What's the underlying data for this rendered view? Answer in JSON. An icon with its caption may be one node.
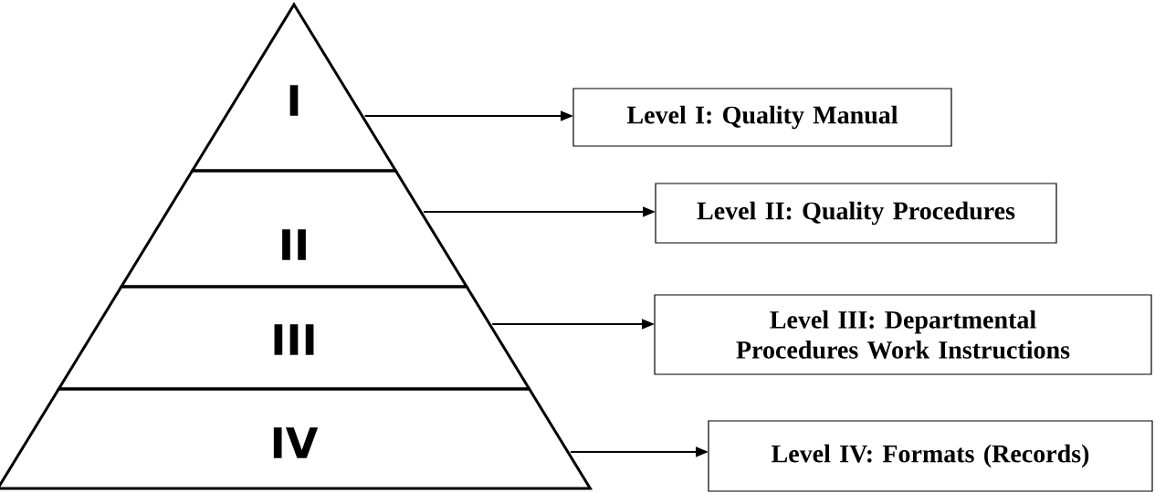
{
  "diagram": {
    "nodes": [
      {
        "text": [
          "I"
        ]
      },
      {
        "text": [
          "II"
        ]
      },
      {
        "text": [
          "III"
        ]
      },
      {
        "text": [
          "IV"
        ]
      },
      {
        "text": [
          "Level I: Quality Manual"
        ]
      },
      {
        "text": [
          "Level II: Quality Procedures"
        ]
      },
      {
        "text": [
          "Level III: Departmental Procedures Work Instructions"
        ]
      },
      {
        "text": [
          "Level IV: Formats (Records)"
        ]
      }
    ],
    "edges": [
      {
        "from": 0,
        "to": 4,
        "arrow": "to"
      },
      {
        "from": 1,
        "to": 5,
        "arrow": "to"
      },
      {
        "from": 2,
        "to": 6,
        "arrow": "to"
      },
      {
        "from": 3,
        "to": 7,
        "arrow": "to"
      }
    ]
  }
}
